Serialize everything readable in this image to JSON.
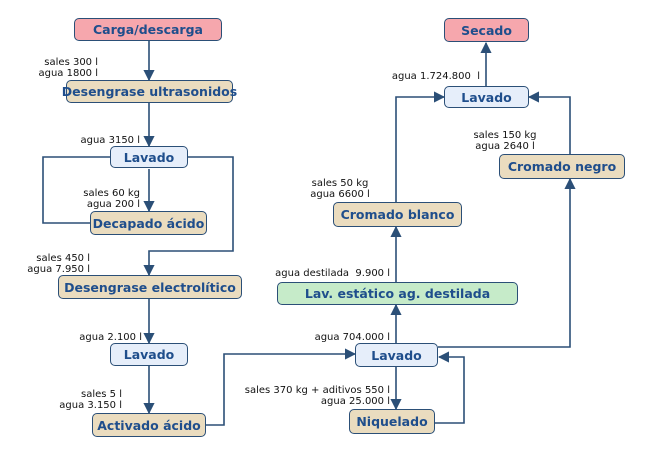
{
  "nodes": {
    "carga": "Carga/descarga",
    "desengrase_ultra": "Desengrase ultrasonidos",
    "lavado1": "Lavado",
    "decapado": "Decapado ácido",
    "desengrase_electro": "Desengrase electrolítico",
    "lavado2": "Lavado",
    "activado": "Activado ácido",
    "lavado3": "Lavado",
    "niquelado": "Niquelado",
    "lav_estatico": "Lav. estático ag. destilada",
    "cromado_blanco": "Cromado blanco",
    "cromado_negro": "Cromado negro",
    "lavado4": "Lavado",
    "secado": "Secado"
  },
  "labels": {
    "ultra_sales": "sales 300 l",
    "ultra_agua": "agua 1800 l",
    "lavado1_agua": "agua 3150 l",
    "decapado_sales": "sales 60 kg",
    "decapado_agua": "agua 200 l",
    "electro_sales": "sales 450 l",
    "electro_agua": "agua 7.950 l",
    "lavado2_agua": "agua 2.100 l",
    "activado_sales": "sales 5 l",
    "activado_agua": "agua 3.150 l",
    "lavado3_agua": "agua 704.000 l",
    "niquelado_sales": "sales 370 kg + aditivos 550 l",
    "niquelado_agua": "agua 25.000 l",
    "estatico_agua": "agua destilada  9.900 l",
    "blanco_sales": "sales 50 kg",
    "blanco_agua": "agua 6600 l",
    "negro_sales": "sales 150 kg",
    "negro_agua": "agua 2640 l",
    "lavado4_agua": "agua 1.724.800  l"
  },
  "colors": {
    "line": "#2b4f77",
    "text": "#1f4e8c",
    "pink": "#f6a7ad",
    "tan": "#eadcbf",
    "blue": "#e6eefa",
    "green": "#c6ebc9"
  }
}
